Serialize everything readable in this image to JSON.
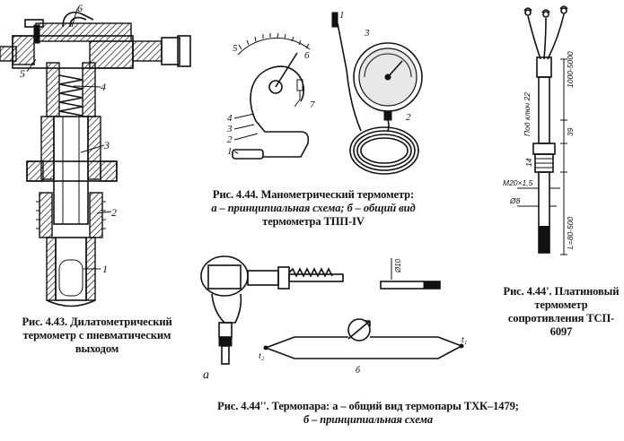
{
  "figures": {
    "fig443": {
      "caption": "Рис. 4.43. Дилатометрический термометр с пневматическим выходом",
      "labels": [
        "1",
        "2",
        "3",
        "4",
        "5",
        "6"
      ]
    },
    "fig444": {
      "caption_line1": "Рис. 4.44. Манометрический термометр:",
      "caption_line2": "а – принципиальная  схема; б – общий вид",
      "caption_line3": "термометра ТПП-IV",
      "scheme_labels": [
        "1",
        "2",
        "3",
        "4",
        "5",
        "6",
        "7"
      ],
      "photo_labels": [
        "1",
        "3",
        "2"
      ]
    },
    "fig444a": {
      "caption": "Рис. 4.44'. Платиновый термометр сопротивления ТСП- 6097",
      "dim_top": "1000-5000",
      "dim_key": "Под ключ 22",
      "dim_39": "39",
      "dim_14": "14",
      "dim_thread": "М20×1,5",
      "dim_diam": "Ø8",
      "dim_length": "L=80-500"
    },
    "fig444b": {
      "caption_line1": "Рис. 4.44''. Термопара: а – общий вид термопары ТХК–1479;",
      "caption_line2": "б – принципиальная схема",
      "label_a": "а",
      "label_b": "б",
      "label_t2": "t₂",
      "label_t1": "t₁",
      "dim_small": "Ø10"
    }
  }
}
